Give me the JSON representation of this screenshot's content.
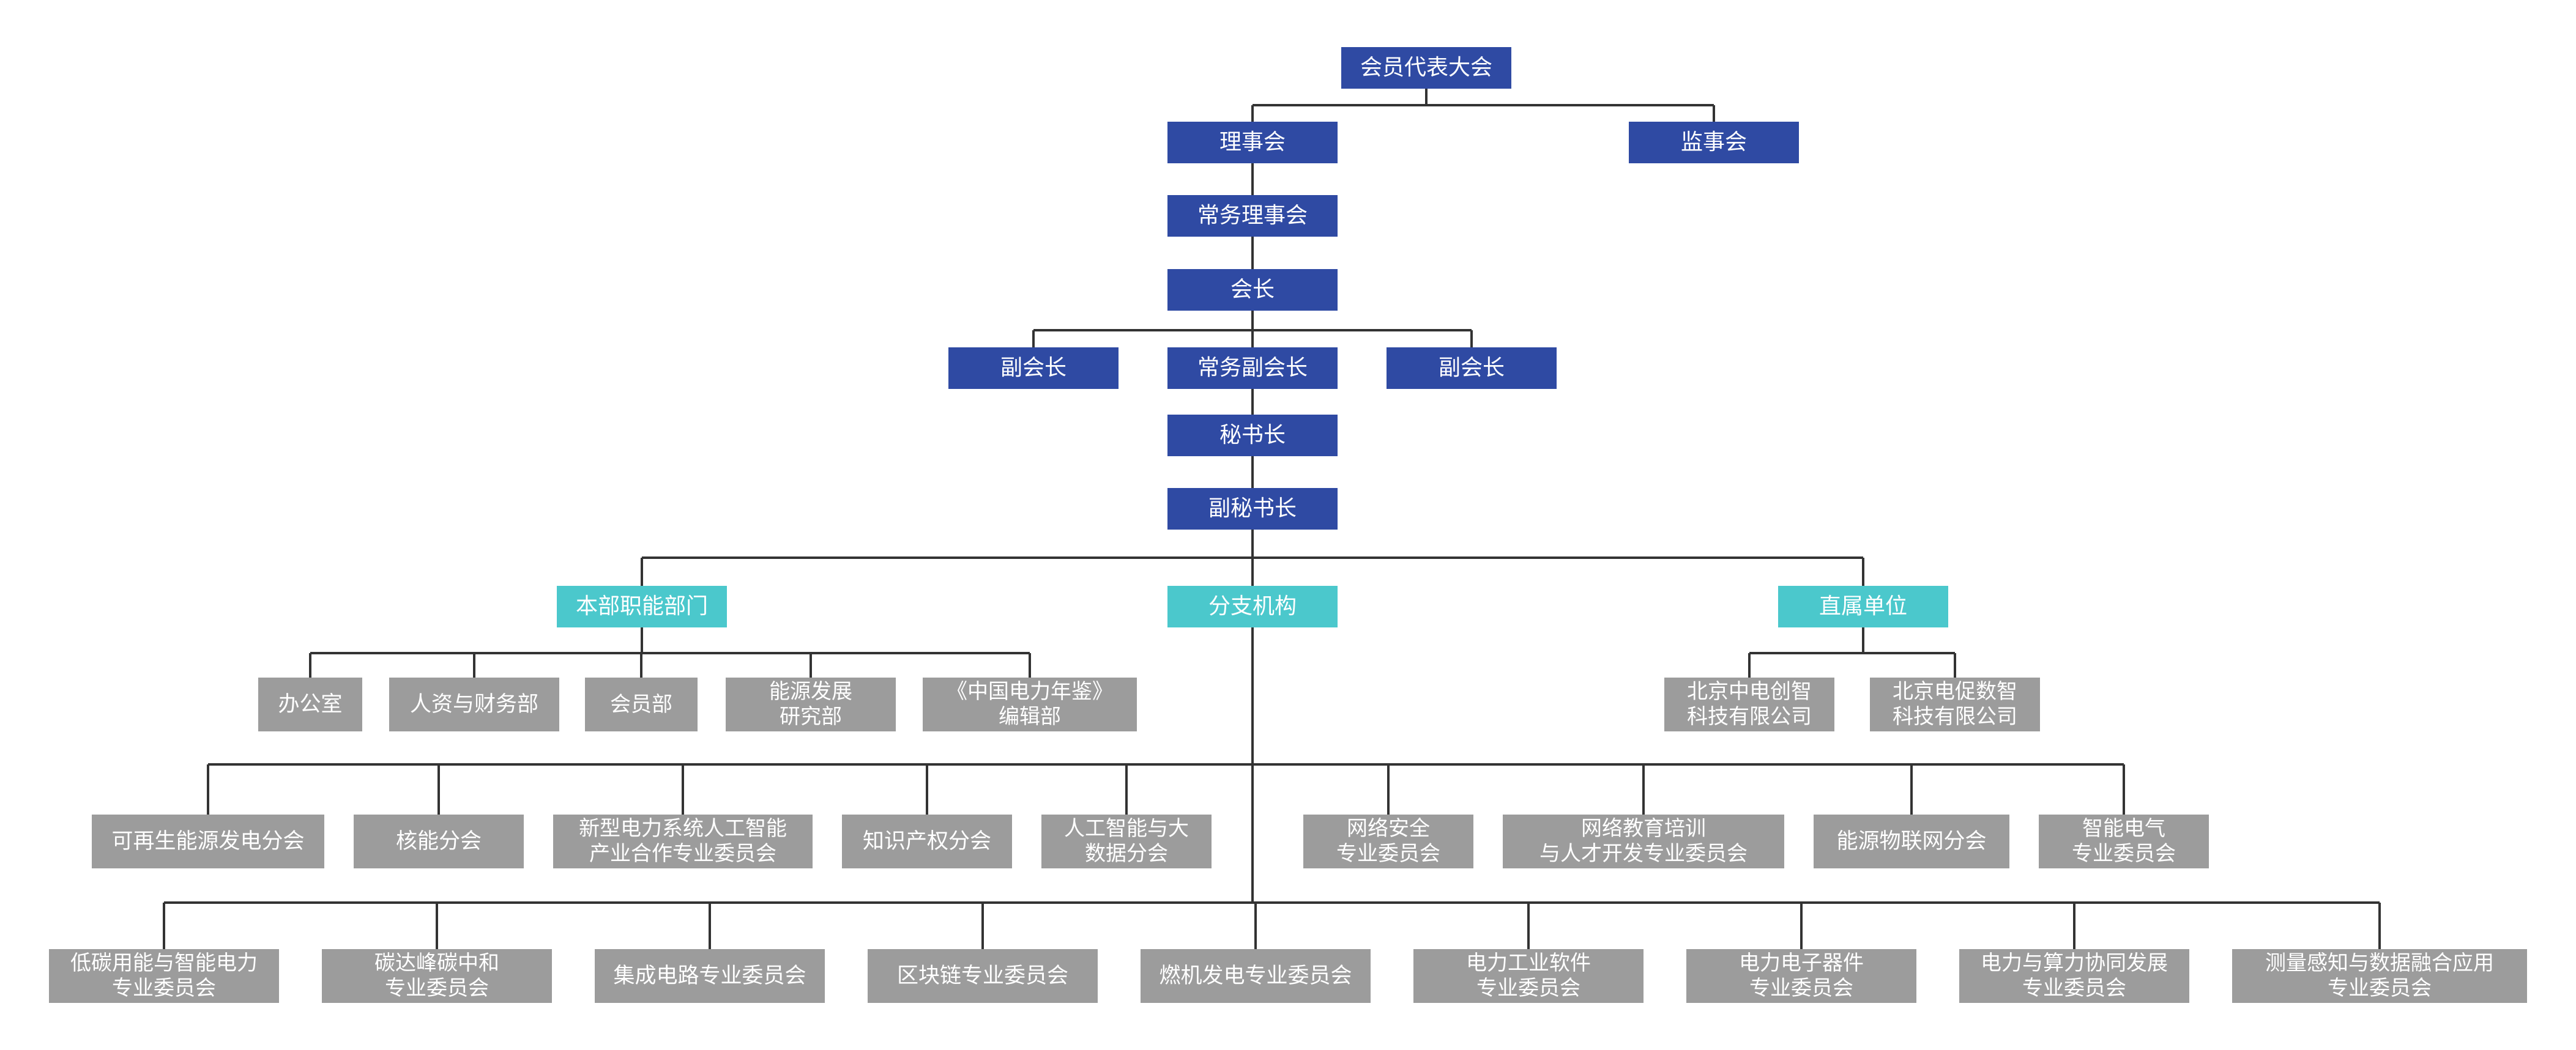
{
  "colors": {
    "leadership": "#2f4aa3",
    "category": "#4bc8cc",
    "unit": "#9c9c9c",
    "line": "#333333",
    "text": "#ffffff"
  },
  "nodes": {
    "general_assembly": [
      "会员代表大会"
    ],
    "council": [
      "理事会"
    ],
    "supervisory_board": [
      "监事会"
    ],
    "standing_council": [
      "常务理事会"
    ],
    "president": [
      "会长"
    ],
    "vice_president_left": [
      "副会长"
    ],
    "executive_vice_president": [
      "常务副会长"
    ],
    "vice_president_right": [
      "副会长"
    ],
    "secretary_general": [
      "秘书长"
    ],
    "deputy_secretary_general": [
      "副秘书长"
    ],
    "hq_departments": [
      "本部职能部门"
    ],
    "branches": [
      "分支机构"
    ],
    "subsidiaries": [
      "直属单位"
    ],
    "office": [
      "办公室"
    ],
    "hr_finance": [
      "人资与财务部"
    ],
    "membership_dept": [
      "会员部"
    ],
    "energy_research": [
      "能源发展",
      "研究部"
    ],
    "yearbook_editorial": [
      "《中国电力年鉴》",
      "编辑部"
    ],
    "beijing_zhongdian": [
      "北京中电创智",
      "科技有限公司"
    ],
    "beijing_dianchu": [
      "北京电促数智",
      "科技有限公司"
    ],
    "renewable_branch": [
      "可再生能源发电分会"
    ],
    "nuclear_branch": [
      "核能分会"
    ],
    "ai_power_system": [
      "新型电力系统人工智能",
      "产业合作专业委员会"
    ],
    "ip_branch": [
      "知识产权分会"
    ],
    "ai_bigdata": [
      "人工智能与大",
      "数据分会"
    ],
    "cyber_security": [
      "网络安全",
      "专业委员会"
    ],
    "online_education": [
      "网络教育培训",
      "与人才开发专业委员会"
    ],
    "energy_iot": [
      "能源物联网分会"
    ],
    "smart_electric": [
      "智能电气",
      "专业委员会"
    ],
    "low_carbon": [
      "低碳用能与智能电力",
      "专业委员会"
    ],
    "carbon_peak": [
      "碳达峰碳中和",
      "专业委员会"
    ],
    "ic_committee": [
      "集成电路专业委员会"
    ],
    "blockchain": [
      "区块链专业委员会"
    ],
    "gas_turbine": [
      "燃机发电专业委员会"
    ],
    "industrial_software": [
      "电力工业软件",
      "专业委员会"
    ],
    "power_electronics": [
      "电力电子器件",
      "专业委员会"
    ],
    "compute_power": [
      "电力与算力协同发展",
      "专业委员会"
    ],
    "sensing_fusion": [
      "测量感知与数据融合应用",
      "专业委员会"
    ]
  }
}
